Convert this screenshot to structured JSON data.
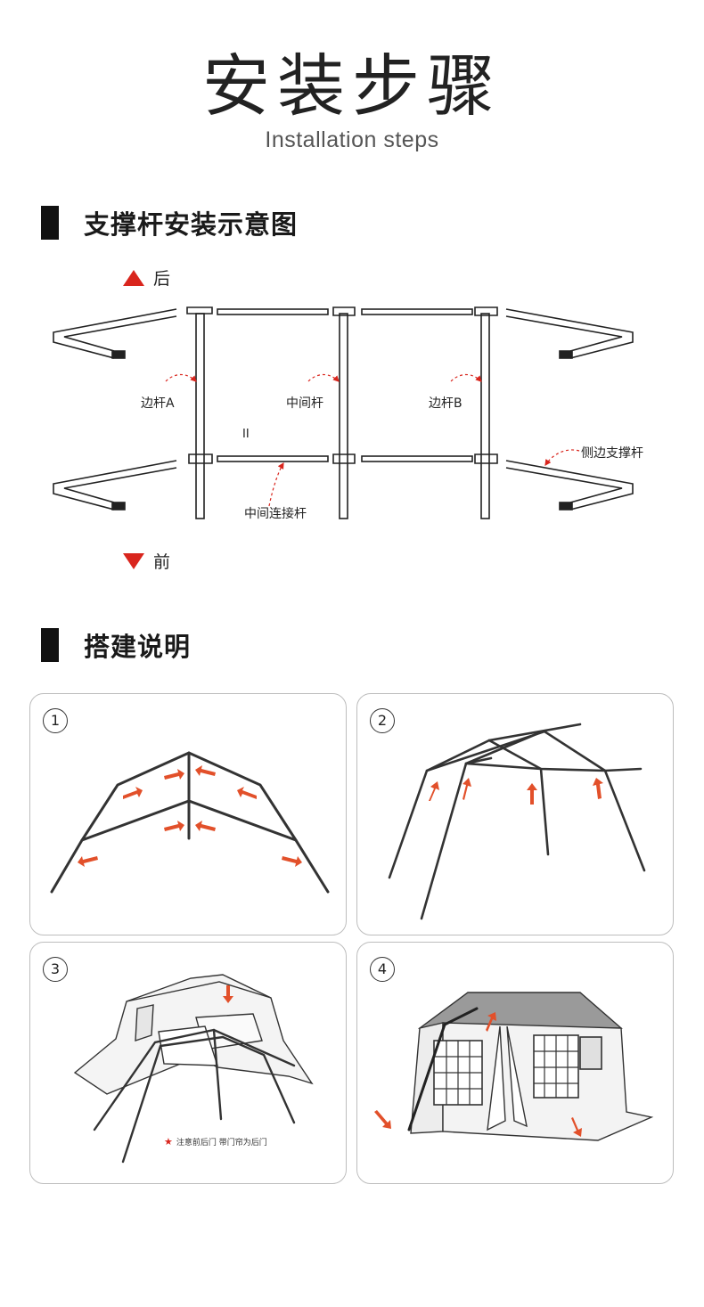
{
  "header": {
    "title_cn": "安装步骤",
    "title_en": "Installation steps"
  },
  "section1": {
    "title": "支撑杆安装示意图",
    "direction_back": "后",
    "direction_front": "前",
    "labels": {
      "side_pole_a": "边杆A",
      "middle_pole": "中间杆",
      "side_pole_b": "边杆B",
      "side_support_pole": "侧边支撑杆",
      "middle_connector_pole": "中间连接杆",
      "mark_ii": "II"
    }
  },
  "section2": {
    "title": "搭建说明",
    "steps": [
      {
        "number": "1"
      },
      {
        "number": "2"
      },
      {
        "number": "3",
        "note": "注意前后门 带门帘为后门"
      },
      {
        "number": "4"
      }
    ]
  },
  "colors": {
    "accent_red": "#d9251d",
    "arrow_red": "#e2502a",
    "text_dark": "#222222",
    "border_gray": "#bdbdbd"
  },
  "icons": {
    "back": "red-triangle-up-icon",
    "front": "red-triangle-down-icon",
    "note": "red-star-icon"
  }
}
